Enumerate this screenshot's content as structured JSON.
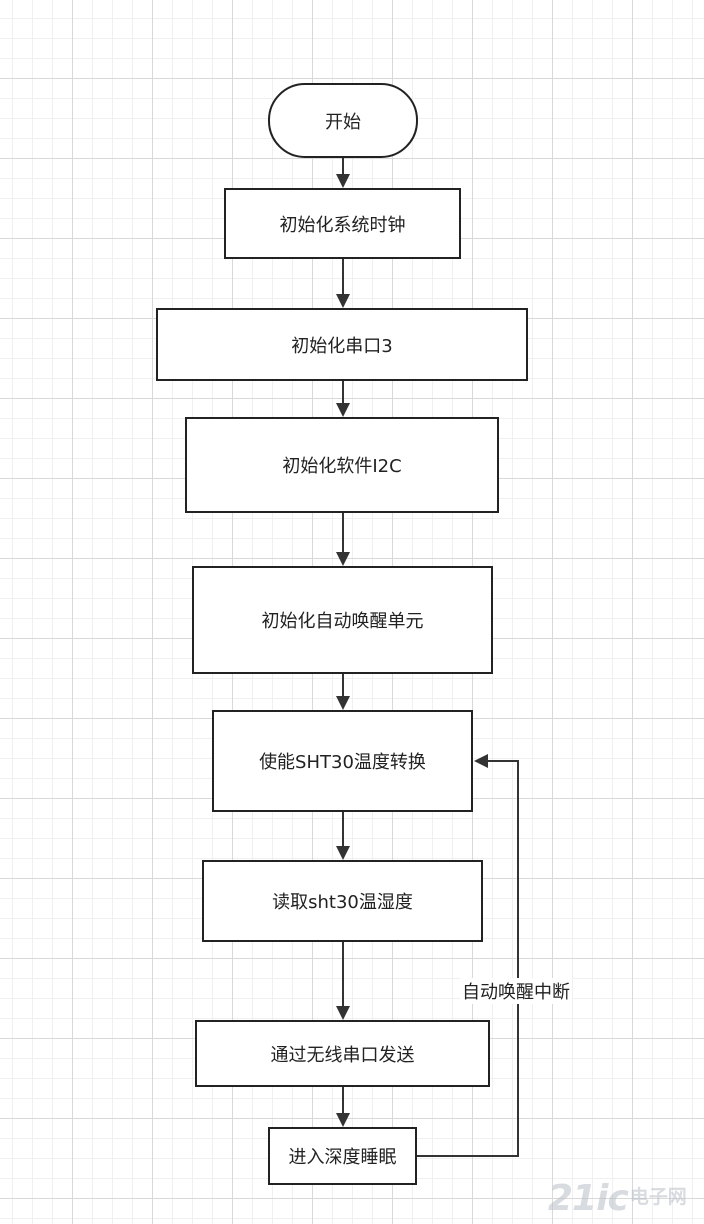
{
  "diagram": {
    "nodes": [
      {
        "id": "start",
        "label": "开始"
      },
      {
        "id": "init-clock",
        "label": "初始化系统时钟"
      },
      {
        "id": "init-uart",
        "label": "初始化串口3"
      },
      {
        "id": "init-i2c",
        "label": "初始化软件I2C"
      },
      {
        "id": "init-wakeup",
        "label": "初始化自动唤醒单元"
      },
      {
        "id": "enable-sht30",
        "label": "使能SHT30温度转换"
      },
      {
        "id": "read-sht30",
        "label": "读取sht30温湿度"
      },
      {
        "id": "send-wireless",
        "label": "通过无线串口发送"
      },
      {
        "id": "deep-sleep",
        "label": "进入深度睡眠"
      }
    ],
    "loop_label": "自动唤醒中断"
  },
  "watermark": {
    "logo": "21ic",
    "text": "电子网"
  }
}
